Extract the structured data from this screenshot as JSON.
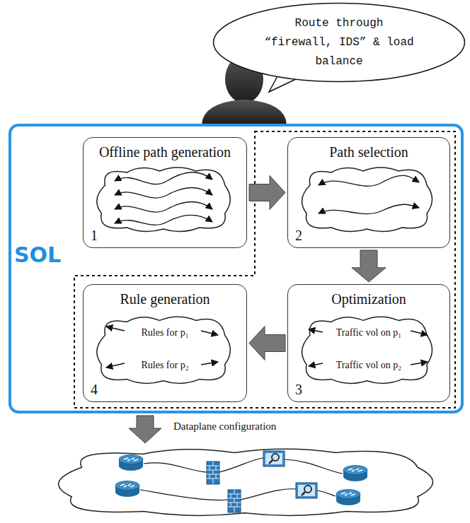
{
  "diagram": {
    "nodes": [
      {
        "text": [
          "Route through “firewall, IDS” & load balance"
        ]
      },
      {
        "text": [
          "SOL"
        ]
      },
      {
        "text": [
          "Offline path generation",
          "1"
        ],
        "in": 1
      },
      {
        "text": [
          "Path selection",
          "2"
        ],
        "in": 1
      },
      {
        "text": [
          "Optimization",
          "Traffic vol on p₁",
          "Traffic vol on p₂",
          "3"
        ],
        "in": 1
      },
      {
        "text": [
          "Rule generation",
          "Rules for p₁",
          "Rules for p₂",
          "4"
        ],
        "in": 1
      }
    ],
    "edges": [
      {
        "from": 2,
        "to": 3,
        "arrow": "to"
      },
      {
        "from": 3,
        "to": 4,
        "arrow": "to"
      },
      {
        "from": 4,
        "to": 5,
        "arrow": "to"
      }
    ],
    "labels": [
      "Dataplane configuration"
    ]
  }
}
